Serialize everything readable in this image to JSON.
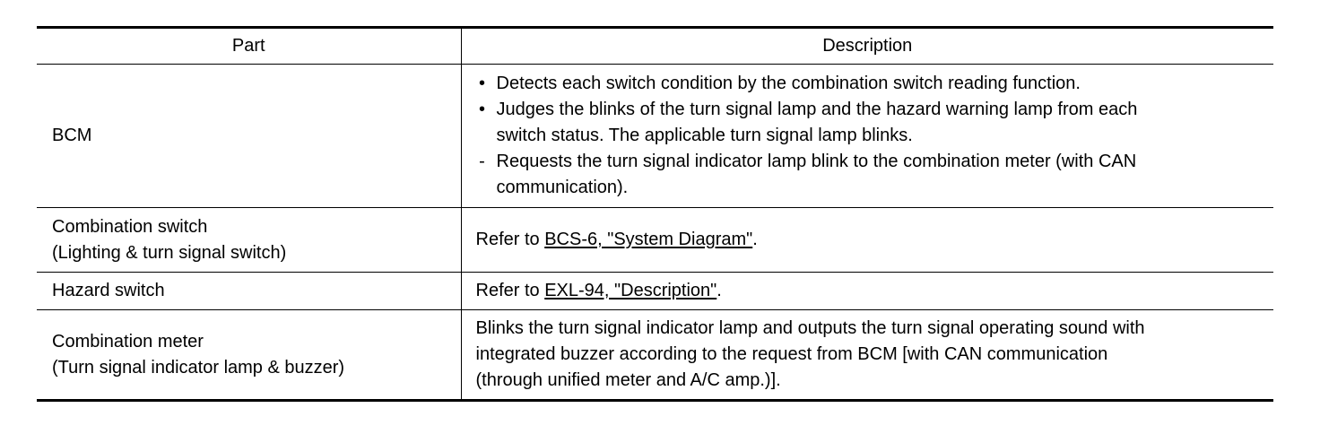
{
  "table": {
    "headers": {
      "part": "Part",
      "description": "Description"
    },
    "rows": [
      {
        "part_lines": [
          "BCM"
        ],
        "items": [
          {
            "mark": "•",
            "lines": [
              "Detects each switch condition by the combination switch reading function."
            ]
          },
          {
            "mark": "•",
            "lines": [
              "Judges the blinks of the turn signal lamp and the hazard warning lamp from each",
              "switch status. The applicable turn signal lamp blinks."
            ]
          },
          {
            "mark": "-",
            "lines": [
              "Requests the turn signal indicator lamp blink to the combination meter (with CAN",
              "communication)."
            ]
          }
        ]
      },
      {
        "part_lines": [
          "Combination switch",
          "(Lighting & turn signal switch)"
        ],
        "prefix": "Refer to ",
        "link": "BCS-6, \"System Diagram\"",
        "suffix": "."
      },
      {
        "part_lines": [
          "Hazard switch"
        ],
        "prefix": "Refer to ",
        "link": "EXL-94, \"Description\"",
        "suffix": "."
      },
      {
        "part_lines": [
          "Combination meter",
          "(Turn signal indicator lamp & buzzer)"
        ],
        "desc_lines": [
          "Blinks the turn signal indicator lamp and outputs the turn signal operating sound with",
          "integrated buzzer according to the request from BCM [with CAN communication",
          "(through unified meter and A/C amp.)]."
        ]
      }
    ]
  }
}
